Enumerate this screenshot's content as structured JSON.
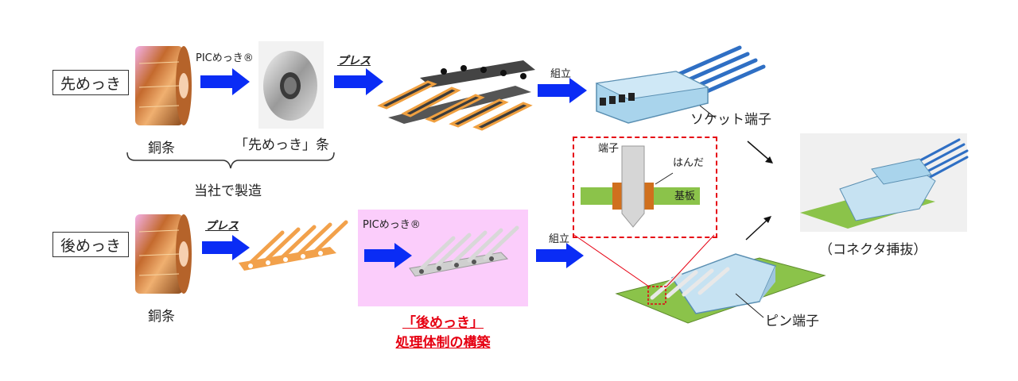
{
  "rows": {
    "pre_plating": {
      "label": "先めっき",
      "coil_caption": "銅条",
      "process_label": "PICめっき®",
      "strip_caption": "「先めっき」条",
      "press_label": "プレス",
      "assembly_label": "組立",
      "product_label": "ソケット端子"
    },
    "post_plating": {
      "label": "後めっき",
      "coil_caption": "銅条",
      "press_label": "プレス",
      "process_label": "PICめっき®",
      "assembly_label": "組立",
      "product_label": "ピン端子",
      "highlight_line1": "「後めっき」",
      "highlight_line2": "処理体制の構築"
    }
  },
  "brace_caption": "当社で製造",
  "detail": {
    "terminal_label": "端子",
    "solder_label": "はんだ",
    "board_label": "基板"
  },
  "result_caption": "（コネクタ挿抜）",
  "colors": {
    "arrow": "#0a2cf5",
    "highlight_bg": "#fbcdfb",
    "highlight_text": "#e60012",
    "detail_border": "#e60012",
    "board_green": "#8bc34a",
    "copper": "#d9883b"
  }
}
